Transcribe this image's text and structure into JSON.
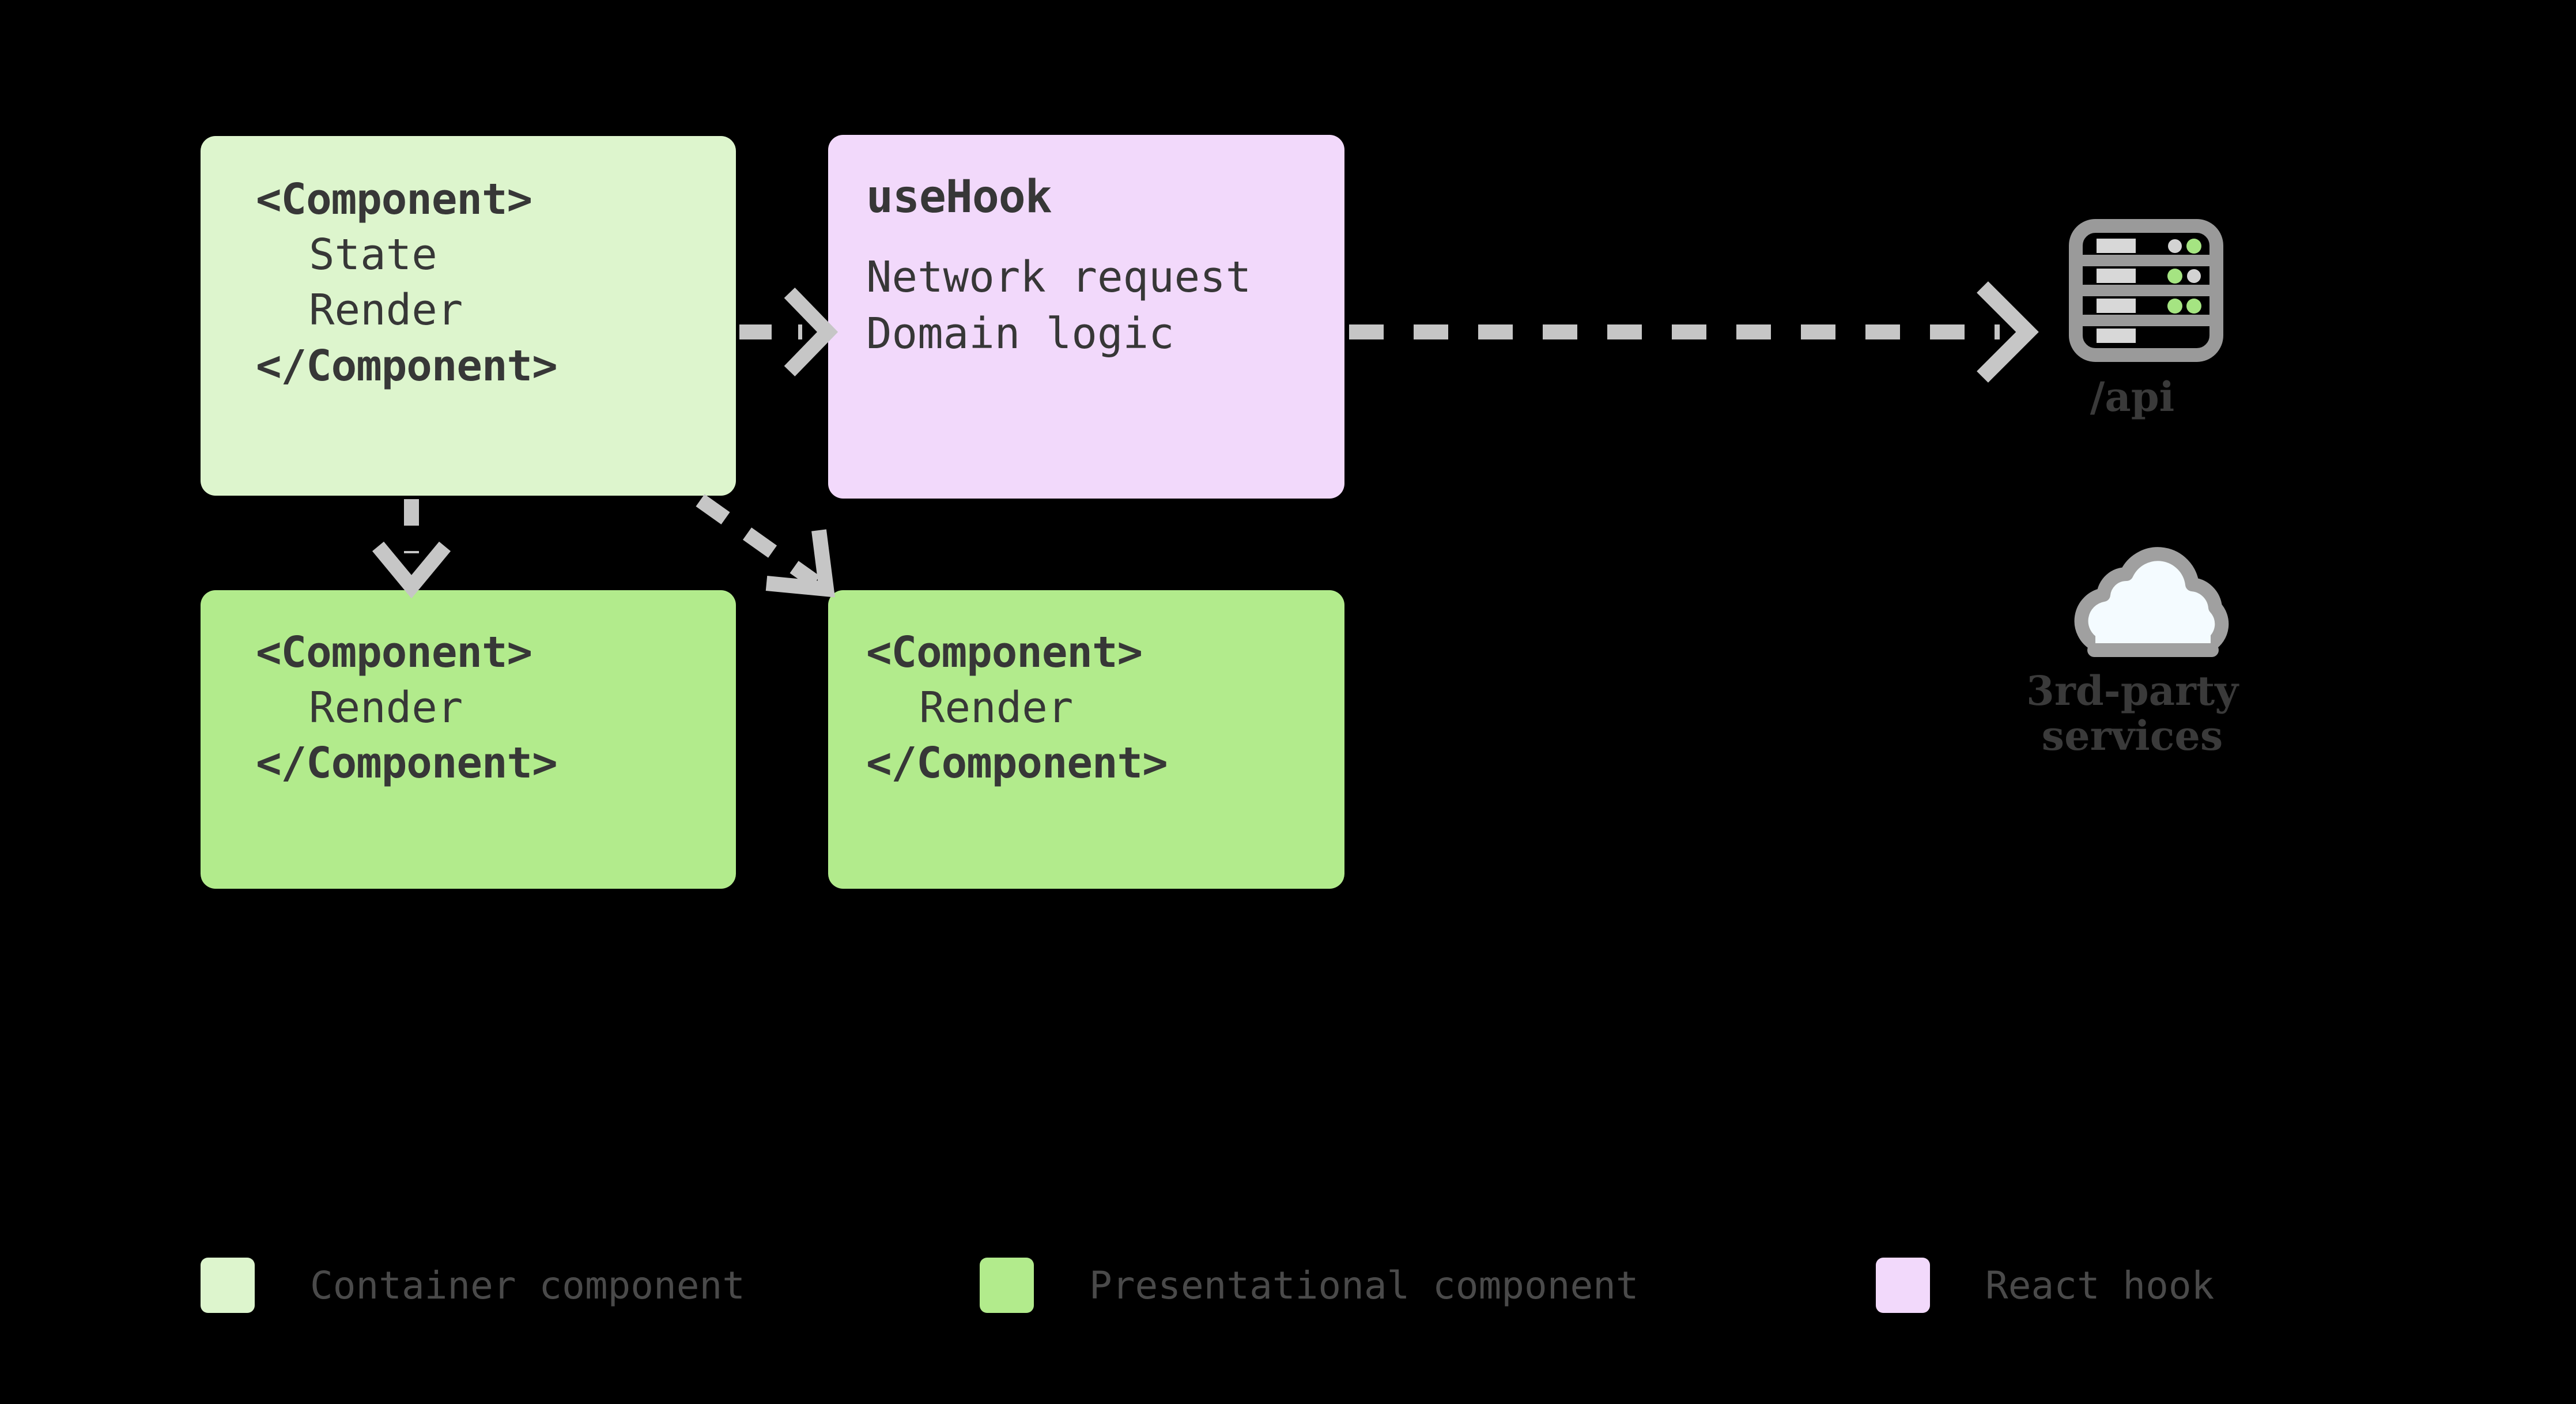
{
  "diagram": {
    "title": "React container / presentational component & hook architecture",
    "background_color": "#000000",
    "nodes": {
      "container_component": {
        "type": "container-component",
        "color": "#ddf5cd",
        "lines": [
          "<Component>",
          "State",
          "Render",
          "</Component>"
        ]
      },
      "hook": {
        "type": "react-hook",
        "color": "#f2d9fb",
        "heading": "useHook",
        "lines": [
          "Network request",
          "Domain logic"
        ]
      },
      "presentational_component_1": {
        "type": "presentational-component",
        "color": "#b2eb8c",
        "lines": [
          "<Component>",
          "Render",
          "</Component>"
        ]
      },
      "presentational_component_2": {
        "type": "presentational-component",
        "color": "#b2eb8c",
        "lines": [
          "<Component>",
          "Render",
          "</Component>"
        ]
      },
      "api_server": {
        "icon": "server-icon",
        "label": "/api"
      },
      "third_party": {
        "icon": "cloud-icon",
        "label": "3rd-party\nservices"
      }
    },
    "edges": [
      {
        "from": "container_component",
        "to": "hook",
        "style": "dashed",
        "arrow": "chevron"
      },
      {
        "from": "container_component",
        "to": "presentational_component_1",
        "style": "dashed",
        "arrow": "chevron"
      },
      {
        "from": "container_component",
        "to": "presentational_component_2",
        "style": "dashed",
        "arrow": "chevron"
      },
      {
        "from": "hook",
        "to": "api_server",
        "style": "dashed",
        "arrow": "chevron"
      }
    ],
    "edge_color": "#c6c6c6"
  },
  "legend": {
    "items": [
      {
        "label": "Container component",
        "color": "#ddf5cd"
      },
      {
        "label": "Presentational component",
        "color": "#b2eb8c"
      },
      {
        "label": "React hook",
        "color": "#f2d9fb"
      }
    ]
  }
}
